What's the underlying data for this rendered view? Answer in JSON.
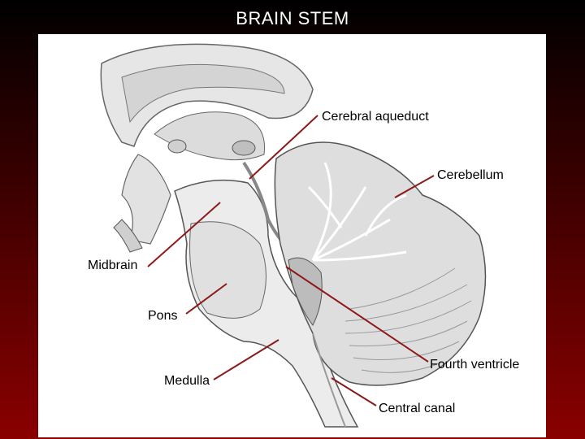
{
  "slide": {
    "title": "BRAIN STEM"
  },
  "labels": {
    "cerebral_aqueduct": "Cerebral aqueduct",
    "cerebellum": "Cerebellum",
    "midbrain": "Midbrain",
    "pons": "Pons",
    "fourth_ventricle": "Fourth ventricle",
    "medulla": "Medulla",
    "central_canal": "Central canal"
  },
  "colors": {
    "leader_line": "#8b1a1a",
    "background_top": "#000000",
    "background_bottom": "#8a0000"
  }
}
